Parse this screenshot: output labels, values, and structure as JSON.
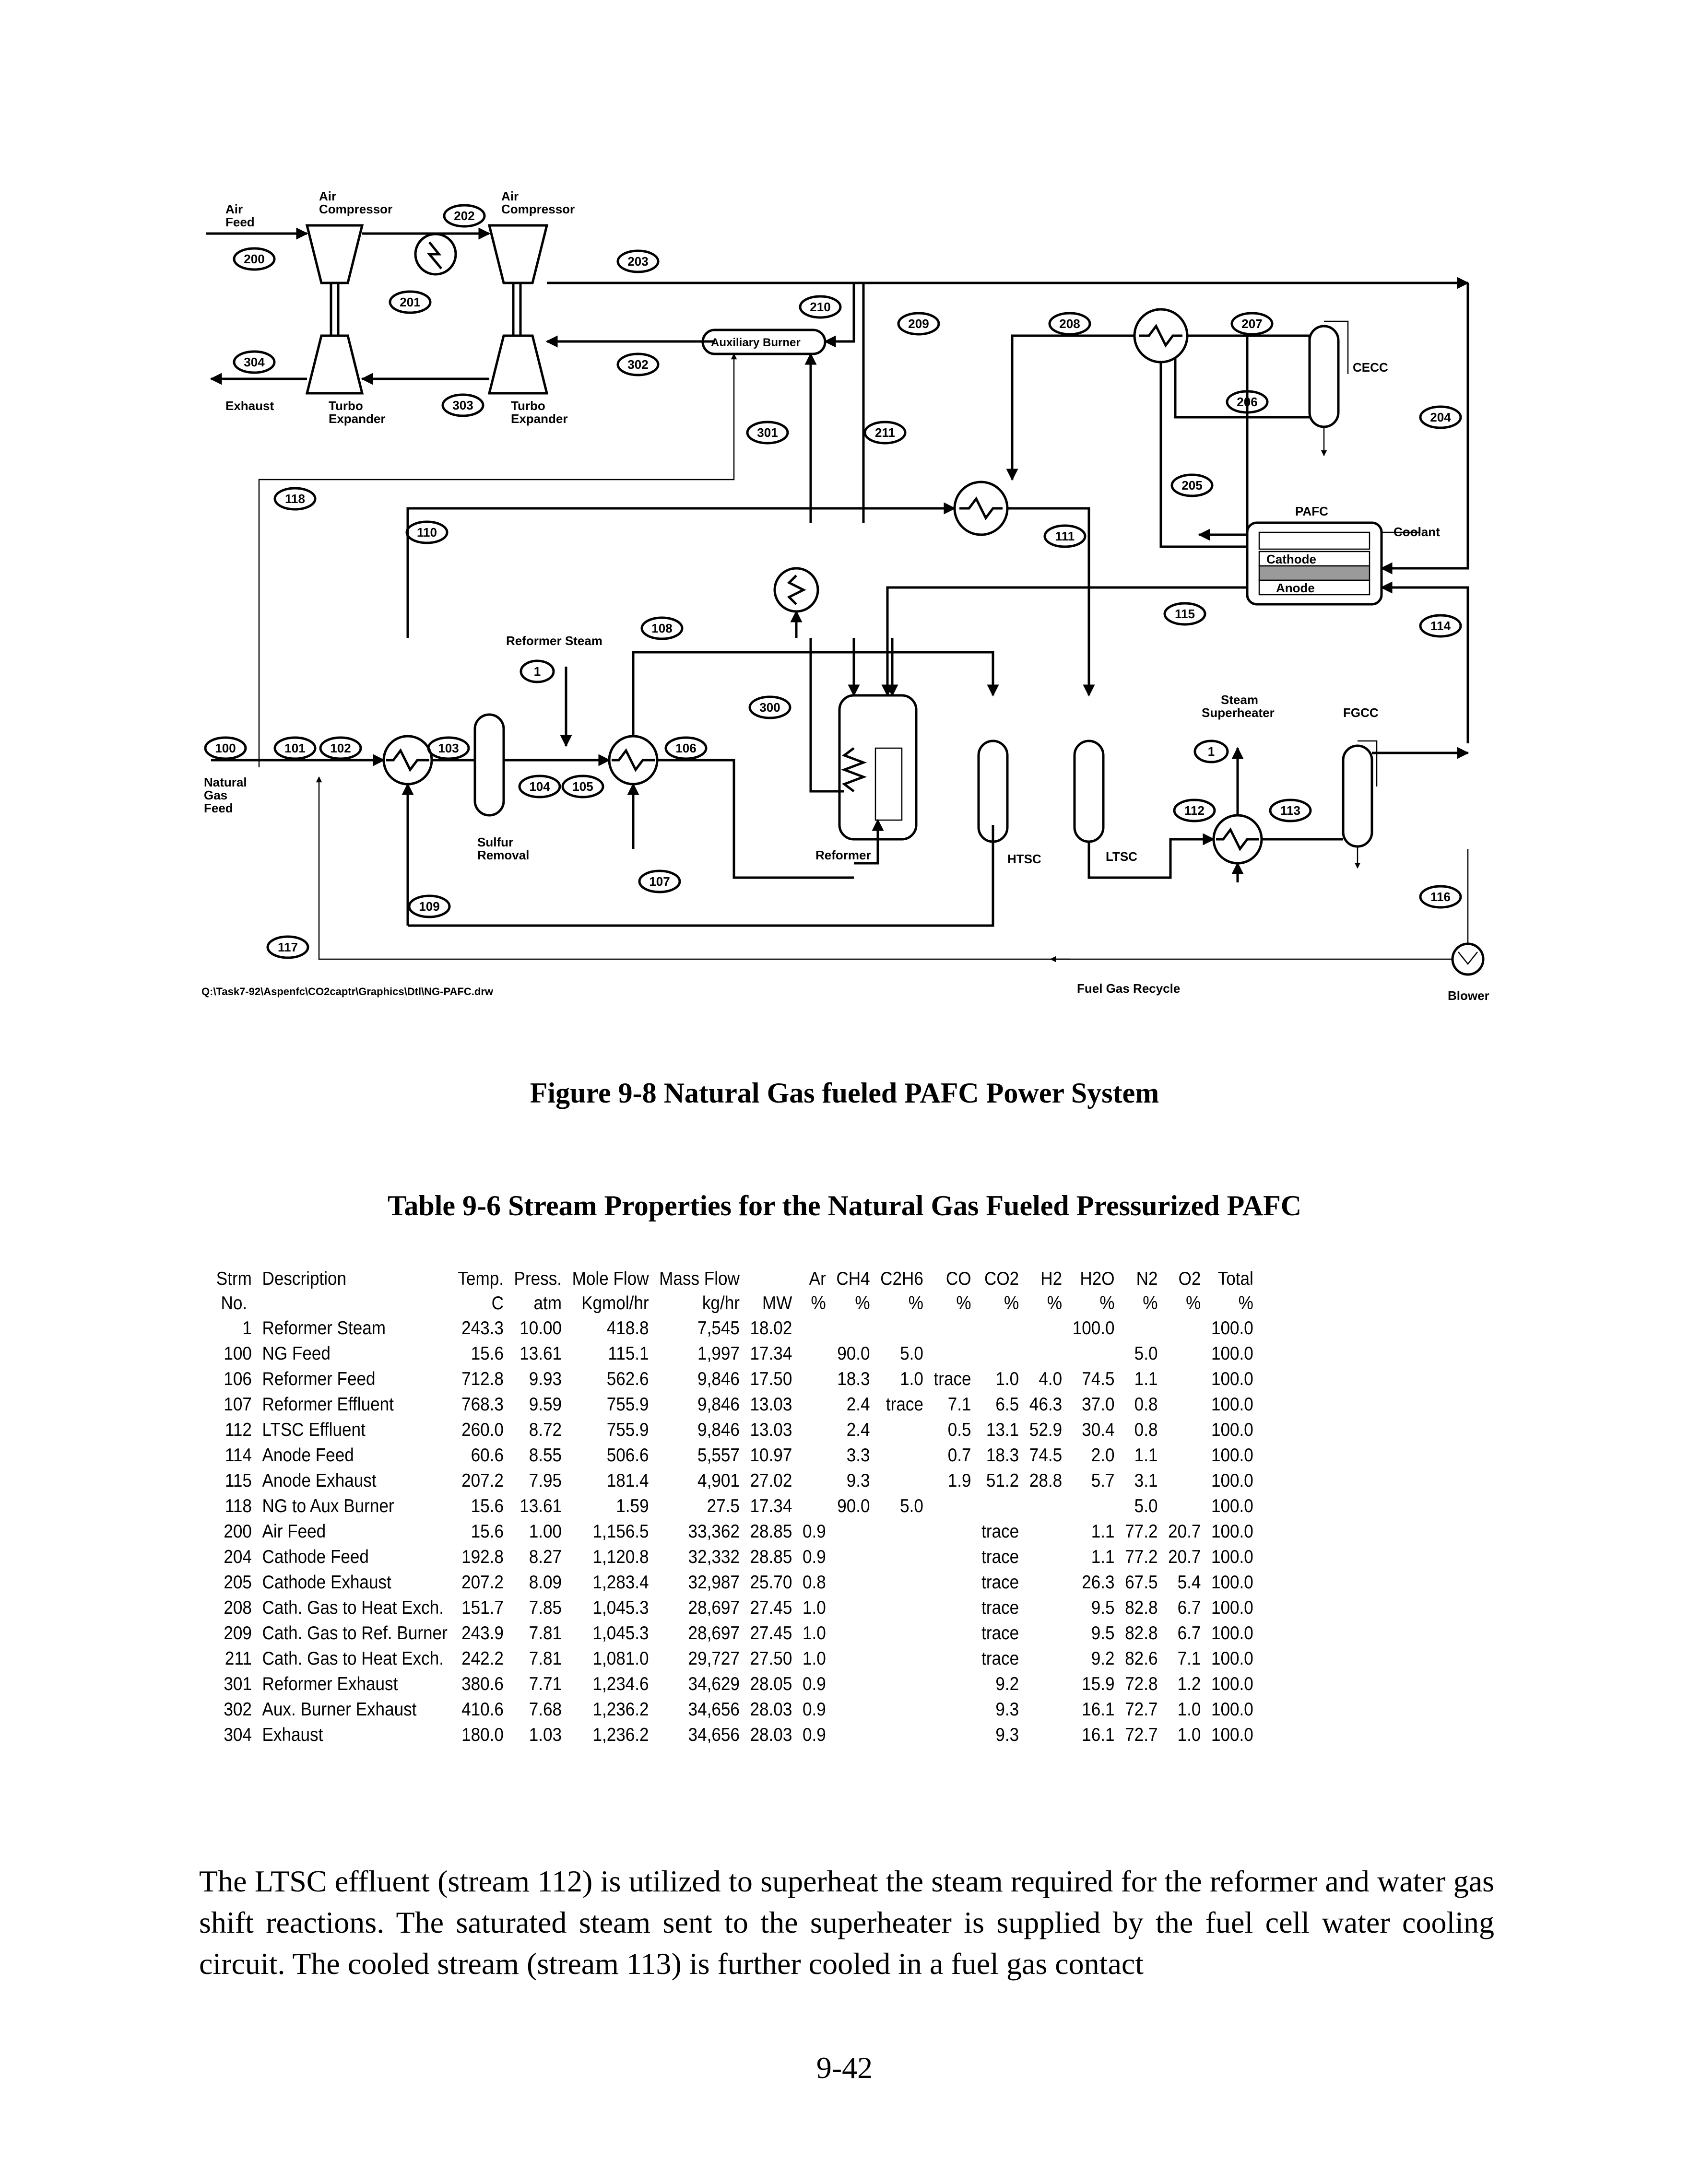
{
  "diagram": {
    "labels": {
      "air_feed": "Air",
      "air_feed2": "Feed",
      "air_comp1": "Air",
      "air_comp1b": "Compressor",
      "air_comp2": "Air",
      "air_comp2b": "Compressor",
      "exhaust": "Exhaust",
      "turbo1": "Turbo",
      "turbo1b": "Expander",
      "turbo2": "Turbo",
      "turbo2b": "Expander",
      "aux_burner": "Auxiliary Burner",
      "cecc": "CECC",
      "pafc": "PAFC",
      "cathode": "Cathode",
      "anode": "Anode",
      "coolant": "Coolant",
      "reformer_steam": "Reformer Steam",
      "steam_superheater1": "Steam",
      "steam_superheater2": "Superheater",
      "fgcc": "FGCC",
      "natural": "Natural",
      "gas": "Gas",
      "feed": "Feed",
      "sulfur1": "Sulfur",
      "sulfur2": "Removal",
      "reformer": "Reformer",
      "htsc": "HTSC",
      "ltsc": "LTSC",
      "filepath": "Q:\\Task7-92\\Aspenfc\\CO2captr\\Graphics\\Dtl\\NG-PAFC.drw",
      "fuel_gas_recycle": "Fuel Gas Recycle",
      "blower": "Blower"
    },
    "tags": {
      "s200": "200",
      "s202": "202",
      "s201": "201",
      "s203": "203",
      "s304": "304",
      "s303": "303",
      "s302": "302",
      "s210": "210",
      "s209": "209",
      "s208": "208",
      "s207": "207",
      "s206": "206",
      "s204": "204",
      "s301": "301",
      "s211": "211",
      "s205": "205",
      "s118": "118",
      "s110": "110",
      "s111": "111",
      "s115": "115",
      "s114": "114",
      "s108": "108",
      "s1a": "1",
      "s300": "300",
      "s1b": "1",
      "s100": "100",
      "s101": "101",
      "s102": "102",
      "s103": "103",
      "s104": "104",
      "s105": "105",
      "s106": "106",
      "s107": "107",
      "s109": "109",
      "s112": "112",
      "s113": "113",
      "s116": "116",
      "s117": "117"
    }
  },
  "figure_caption": "Figure 9-8  Natural Gas fueled PAFC Power System",
  "table_caption": "Table 9-6  Stream Properties for the Natural Gas Fueled Pressurized PAFC",
  "table": {
    "header1": [
      "Strm",
      "Description",
      "Temp.",
      "Press.",
      "Mole Flow",
      "Mass Flow",
      "",
      "Ar",
      "CH4",
      "C2H6",
      "CO",
      "CO2",
      "H2",
      "H2O",
      "N2",
      "O2",
      "Total"
    ],
    "header2": [
      "No.",
      "",
      "C",
      "atm",
      "Kgmol/hr",
      "kg/hr",
      "MW",
      "%",
      "%",
      "%",
      "%",
      "%",
      "%",
      "%",
      "%",
      "%",
      "%"
    ],
    "rows": [
      [
        "1",
        "Reformer Steam",
        "243.3",
        "10.00",
        "418.8",
        "7,545",
        "18.02",
        "",
        "",
        "",
        "",
        "",
        "",
        "100.0",
        "",
        "",
        "100.0"
      ],
      [
        "100",
        "NG Feed",
        "15.6",
        "13.61",
        "115.1",
        "1,997",
        "17.34",
        "",
        "90.0",
        "5.0",
        "",
        "",
        "",
        "",
        "5.0",
        "",
        "100.0"
      ],
      [
        "106",
        "Reformer Feed",
        "712.8",
        "9.93",
        "562.6",
        "9,846",
        "17.50",
        "",
        "18.3",
        "1.0",
        "trace",
        "1.0",
        "4.0",
        "74.5",
        "1.1",
        "",
        "100.0"
      ],
      [
        "107",
        "Reformer Effluent",
        "768.3",
        "9.59",
        "755.9",
        "9,846",
        "13.03",
        "",
        "2.4",
        "trace",
        "7.1",
        "6.5",
        "46.3",
        "37.0",
        "0.8",
        "",
        "100.0"
      ],
      [
        "112",
        "LTSC Effluent",
        "260.0",
        "8.72",
        "755.9",
        "9,846",
        "13.03",
        "",
        "2.4",
        "",
        "0.5",
        "13.1",
        "52.9",
        "30.4",
        "0.8",
        "",
        "100.0"
      ],
      [
        "114",
        "Anode Feed",
        "60.6",
        "8.55",
        "506.6",
        "5,557",
        "10.97",
        "",
        "3.3",
        "",
        "0.7",
        "18.3",
        "74.5",
        "2.0",
        "1.1",
        "",
        "100.0"
      ],
      [
        "115",
        "Anode Exhaust",
        "207.2",
        "7.95",
        "181.4",
        "4,901",
        "27.02",
        "",
        "9.3",
        "",
        "1.9",
        "51.2",
        "28.8",
        "5.7",
        "3.1",
        "",
        "100.0"
      ],
      [
        "118",
        "NG to Aux Burner",
        "15.6",
        "13.61",
        "1.59",
        "27.5",
        "17.34",
        "",
        "90.0",
        "5.0",
        "",
        "",
        "",
        "",
        "5.0",
        "",
        "100.0"
      ],
      [
        "200",
        "Air Feed",
        "15.6",
        "1.00",
        "1,156.5",
        "33,362",
        "28.85",
        "0.9",
        "",
        "",
        "",
        "trace",
        "",
        "1.1",
        "77.2",
        "20.7",
        "100.0"
      ],
      [
        "204",
        "Cathode Feed",
        "192.8",
        "8.27",
        "1,120.8",
        "32,332",
        "28.85",
        "0.9",
        "",
        "",
        "",
        "trace",
        "",
        "1.1",
        "77.2",
        "20.7",
        "100.0"
      ],
      [
        "205",
        "Cathode Exhaust",
        "207.2",
        "8.09",
        "1,283.4",
        "32,987",
        "25.70",
        "0.8",
        "",
        "",
        "",
        "trace",
        "",
        "26.3",
        "67.5",
        "5.4",
        "100.0"
      ],
      [
        "208",
        "Cath. Gas to Heat Exch.",
        "151.7",
        "7.85",
        "1,045.3",
        "28,697",
        "27.45",
        "1.0",
        "",
        "",
        "",
        "trace",
        "",
        "9.5",
        "82.8",
        "6.7",
        "100.0"
      ],
      [
        "209",
        "Cath. Gas to Ref. Burner",
        "243.9",
        "7.81",
        "1,045.3",
        "28,697",
        "27.45",
        "1.0",
        "",
        "",
        "",
        "trace",
        "",
        "9.5",
        "82.8",
        "6.7",
        "100.0"
      ],
      [
        "211",
        "Cath. Gas to Heat Exch.",
        "242.2",
        "7.81",
        "1,081.0",
        "29,727",
        "27.50",
        "1.0",
        "",
        "",
        "",
        "trace",
        "",
        "9.2",
        "82.6",
        "7.1",
        "100.0"
      ],
      [
        "301",
        "Reformer Exhaust",
        "380.6",
        "7.71",
        "1,234.6",
        "34,629",
        "28.05",
        "0.9",
        "",
        "",
        "",
        "9.2",
        "",
        "15.9",
        "72.8",
        "1.2",
        "100.0"
      ],
      [
        "302",
        "Aux. Burner Exhaust",
        "410.6",
        "7.68",
        "1,236.2",
        "34,656",
        "28.03",
        "0.9",
        "",
        "",
        "",
        "9.3",
        "",
        "16.1",
        "72.7",
        "1.0",
        "100.0"
      ],
      [
        "304",
        "Exhaust",
        "180.0",
        "1.03",
        "1,236.2",
        "34,656",
        "28.03",
        "0.9",
        "",
        "",
        "",
        "9.3",
        "",
        "16.1",
        "72.7",
        "1.0",
        "100.0"
      ]
    ]
  },
  "body_text": "The LTSC effluent (stream 112) is utilized to superheat the steam required for the reformer and water gas shift reactions.  The saturated steam sent to the superheater is supplied by the fuel cell water cooling circuit.  The cooled stream (stream 113) is further cooled in a fuel gas contact",
  "page_number": "9-42"
}
